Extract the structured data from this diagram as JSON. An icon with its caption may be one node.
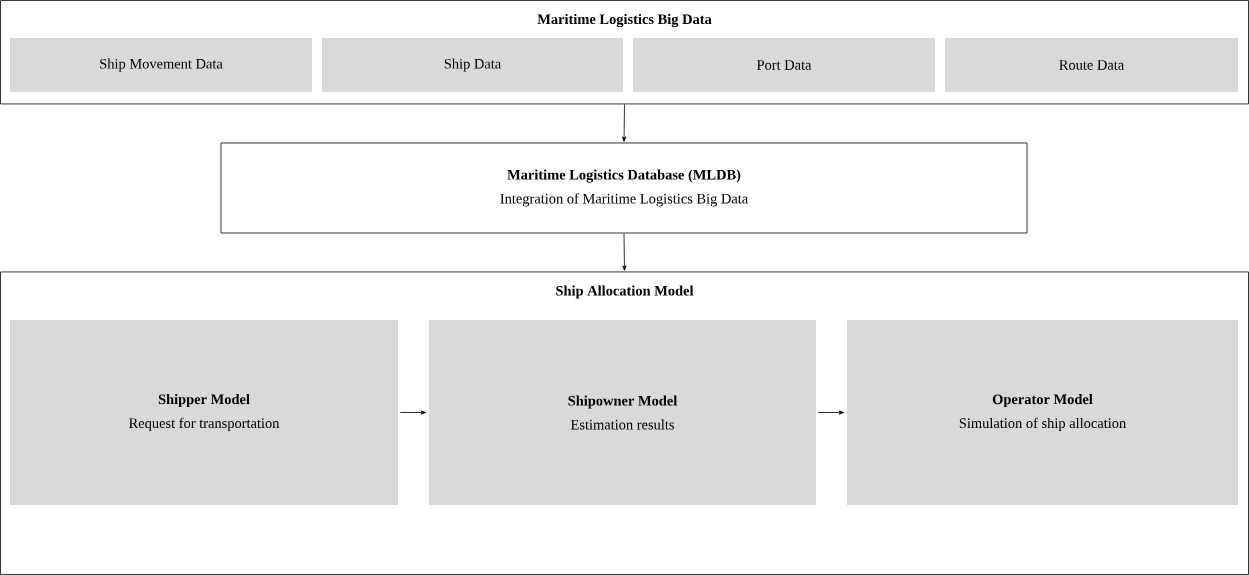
{
  "diagram": {
    "nodes": [
      {
        "text": [
          "Maritime Logistics Big Data"
        ]
      },
      {
        "text": [
          "Ship Movement Data"
        ],
        "in": 0
      },
      {
        "text": [
          "Ship Data"
        ],
        "in": 0
      },
      {
        "text": [
          "Port Data"
        ],
        "in": 0
      },
      {
        "text": [
          "Route Data"
        ],
        "in": 0
      },
      {
        "text": [
          "Maritime Logistics Database (MLDB)",
          "Integration of Maritime Logistics Big Data"
        ]
      },
      {
        "text": [
          "Ship Allocation Model"
        ]
      },
      {
        "text": [
          "Shipper Model",
          "Request for transportation"
        ],
        "in": 6
      },
      {
        "text": [
          "Shipowner Model",
          "Estimation results"
        ],
        "in": 6
      },
      {
        "text": [
          "Operator Model",
          "Simulation of ship allocation"
        ],
        "in": 6
      }
    ],
    "edges": [
      {
        "from": 0,
        "to": 5,
        "arrow": "to"
      },
      {
        "from": 5,
        "to": 6,
        "arrow": "to"
      },
      {
        "from": 7,
        "to": 8,
        "arrow": "to"
      },
      {
        "from": 8,
        "to": 9,
        "arrow": "to"
      }
    ]
  }
}
